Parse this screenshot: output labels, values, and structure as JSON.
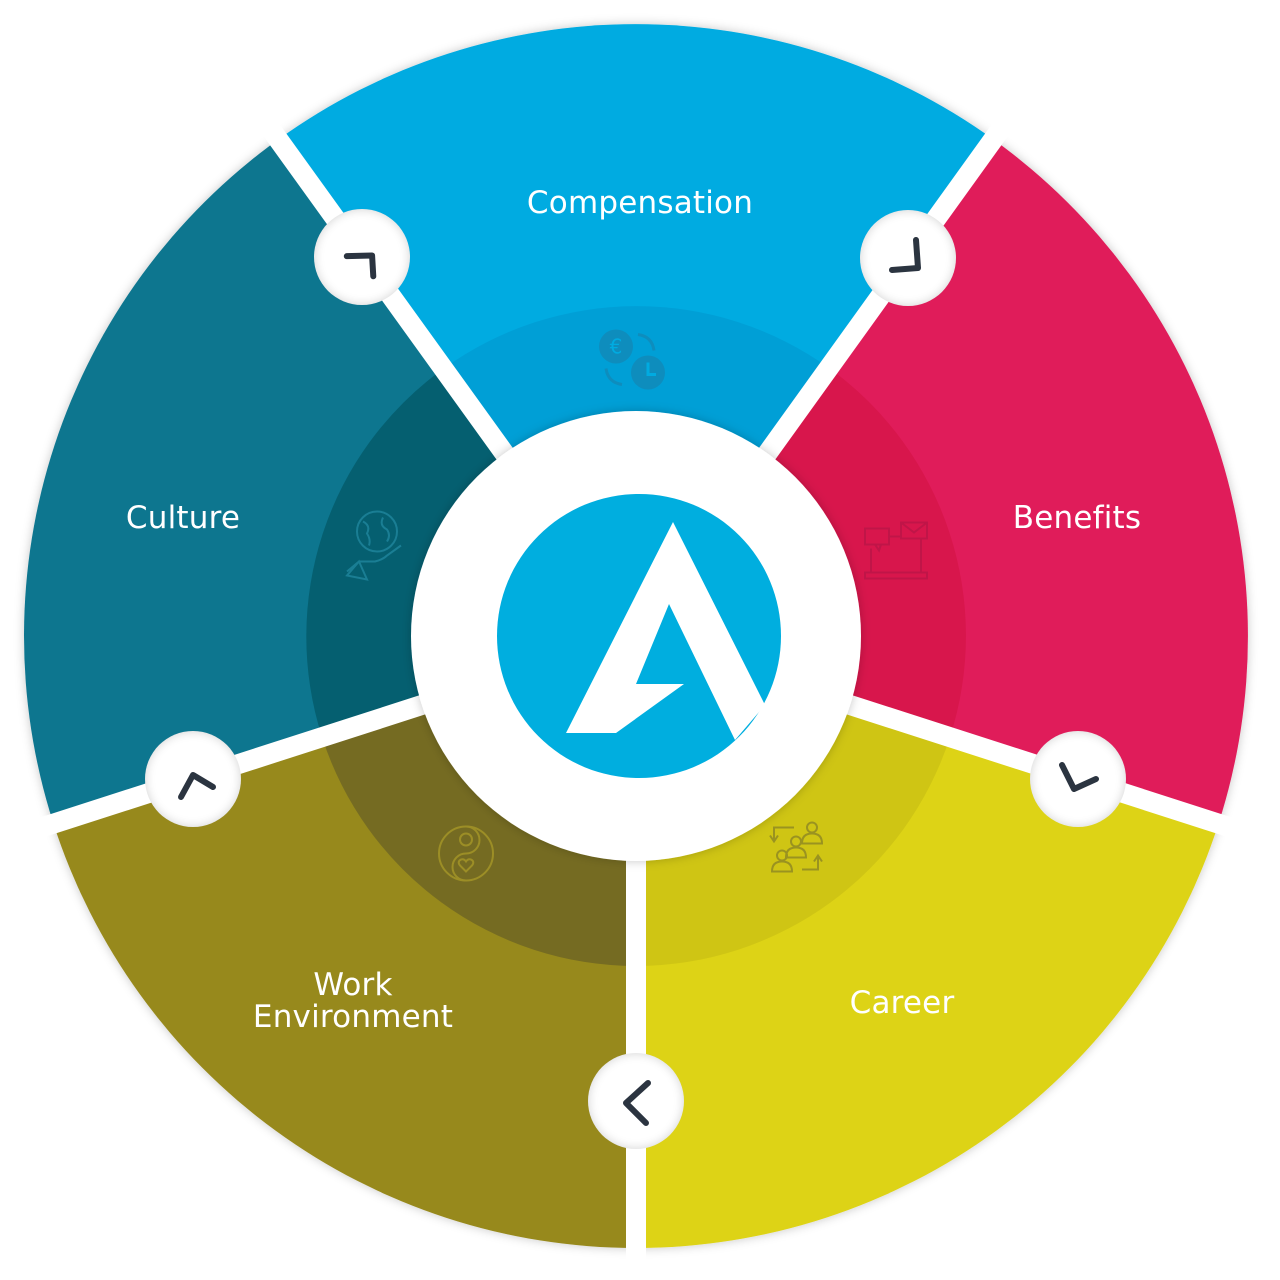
{
  "diagram": {
    "center": {
      "logo_letter": "A",
      "logo_color": "#00aedf",
      "logo_name": "a-logo"
    },
    "segments": [
      {
        "id": "compensation",
        "label": "Compensation",
        "color": "#00abe1",
        "inner_color": "#009fd6",
        "icon": "currency-time-exchange-icon"
      },
      {
        "id": "benefits",
        "label": "Benefits",
        "color": "#e01e5a",
        "inner_color": "#d8164c",
        "icon": "laptop-chat-mail-icon"
      },
      {
        "id": "career",
        "label": "Career",
        "color": "#ddd318",
        "inner_color": "#cfc514",
        "icon": "people-promotion-icon"
      },
      {
        "id": "work-environment",
        "label_line1": "Work",
        "label_line2": "Environment",
        "color": "#97891f",
        "inner_color": "#756b22",
        "icon": "yin-yang-balance-icon"
      },
      {
        "id": "culture",
        "label": "Culture",
        "color": "#10768f",
        "inner_color": "#055f70",
        "icon": "globe-in-hand-icon"
      }
    ],
    "connectors": [
      {
        "between": "culture-compensation",
        "direction": "arrow-up-right"
      },
      {
        "between": "compensation-benefits",
        "direction": "arrow-down-right"
      },
      {
        "between": "benefits-career",
        "direction": "arrow-down"
      },
      {
        "between": "career-work-environment",
        "direction": "arrow-left"
      },
      {
        "between": "work-environment-culture",
        "direction": "arrow-up"
      }
    ],
    "separator_color": "#ffffff",
    "arrow_color": "#2b3440"
  }
}
